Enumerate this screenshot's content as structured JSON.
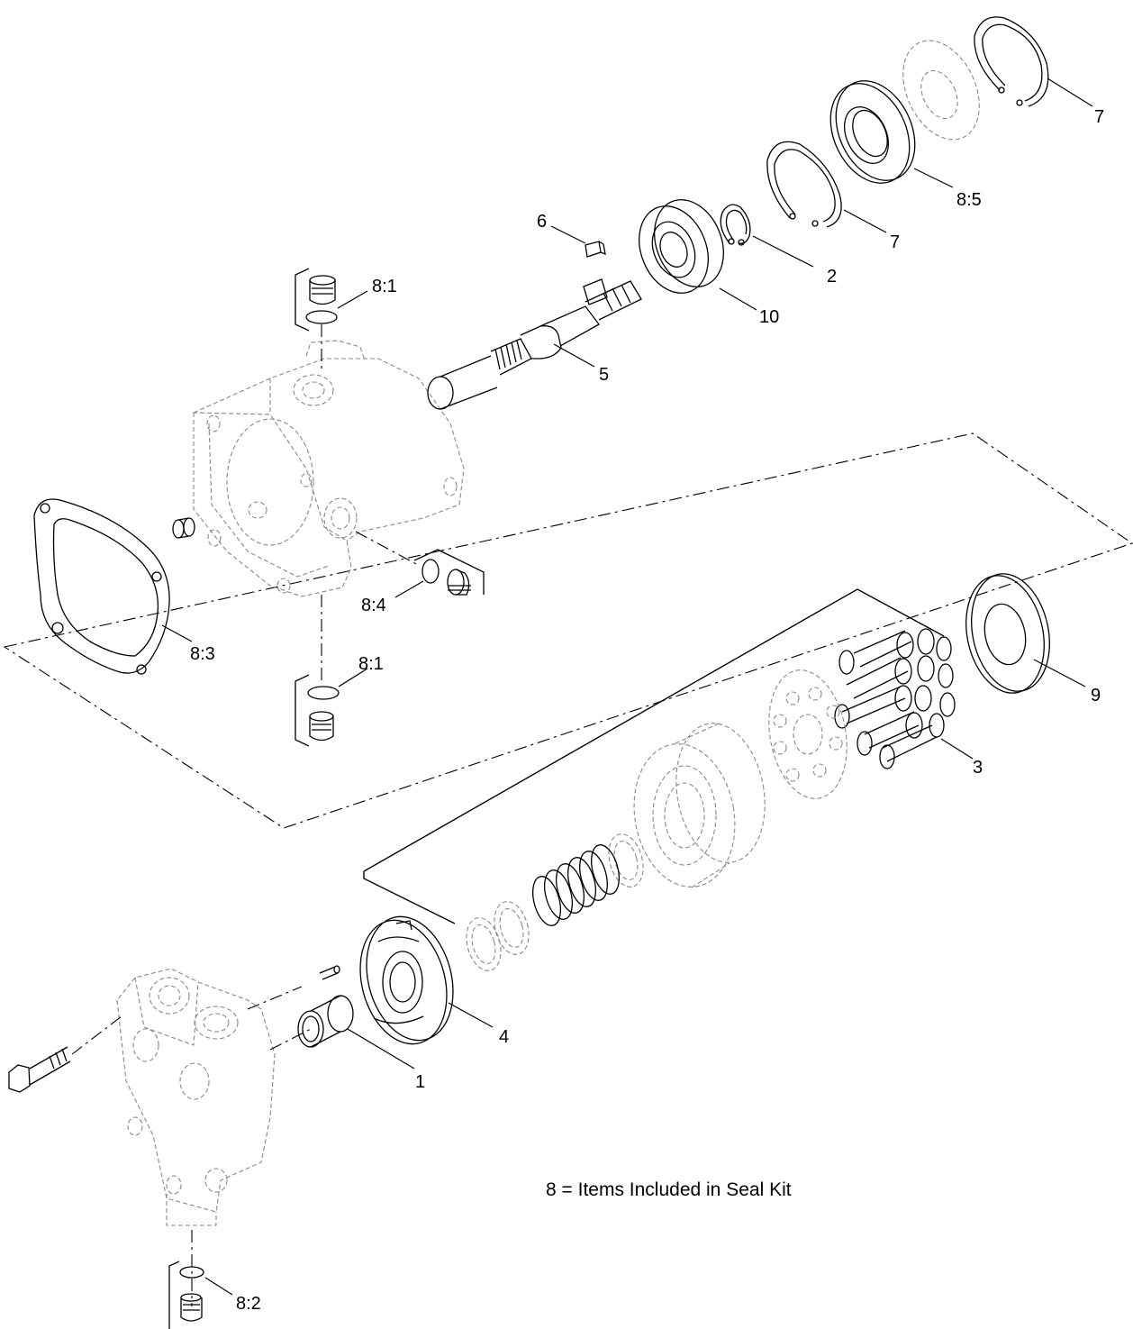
{
  "callouts": {
    "c1": "1",
    "c2": "2",
    "c3": "3",
    "c4": "4",
    "c5": "5",
    "c6": "6",
    "c7a": "7",
    "c7b": "7",
    "c9": "9",
    "c10": "10",
    "c81a": "8:1",
    "c81b": "8:1",
    "c82": "8:2",
    "c83": "8:3",
    "c84": "8:4",
    "c85": "8:5"
  },
  "note": "8 = Items Included in Seal Kit"
}
